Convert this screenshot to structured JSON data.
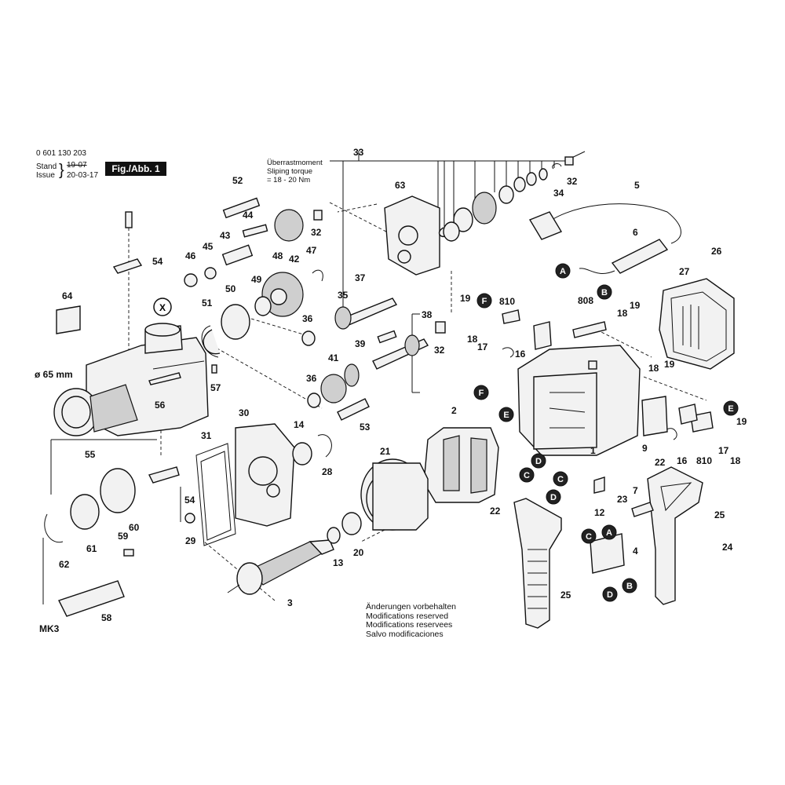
{
  "header": {
    "part_number": "0 601 130 203",
    "stand_label": "Stand",
    "stand_date_struck": "19-07",
    "issue_label": "Issue",
    "issue_date": "20-03-17",
    "fig_label": "Fig./Abb. 1"
  },
  "torque_note": {
    "line1": "Überrastmoment",
    "line2": "Sliping torque",
    "line3": "= 18 - 20 Nm"
  },
  "footer_note": {
    "de": "Änderungen vorbehalten",
    "en": "Modifications reserved",
    "fr": "Modifications reservees",
    "es": "Salvo modificaciones"
  },
  "labels": {
    "diameter": "ø 65 mm",
    "taper": "MK3",
    "x_marker": "X"
  },
  "part_numbers": [
    "1",
    "2",
    "3",
    "4",
    "5",
    "6",
    "7",
    "9",
    "12",
    "13",
    "14",
    "16",
    "17",
    "18",
    "19",
    "20",
    "21",
    "22",
    "23",
    "24",
    "25",
    "26",
    "27",
    "28",
    "29",
    "30",
    "31",
    "32",
    "33",
    "34",
    "35",
    "36",
    "37",
    "38",
    "39",
    "41",
    "42",
    "43",
    "44",
    "45",
    "46",
    "47",
    "48",
    "49",
    "50",
    "51",
    "52",
    "53",
    "54",
    "55",
    "56",
    "57",
    "58",
    "59",
    "60",
    "61",
    "62",
    "63",
    "64",
    "808",
    "810"
  ],
  "connector_letters": [
    "A",
    "B",
    "C",
    "D",
    "E",
    "F"
  ]
}
